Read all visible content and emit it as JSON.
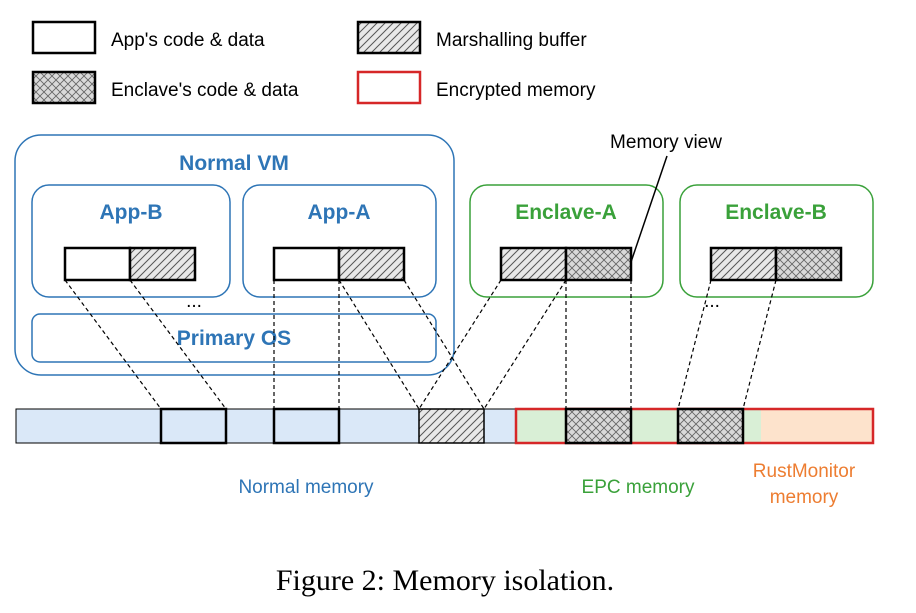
{
  "legend": {
    "app_code": "App's code & data",
    "marshalling": "Marshalling buffer",
    "enclave_code": "Enclave's code & data",
    "encrypted": "Encrypted memory"
  },
  "normal_vm": {
    "title": "Normal VM",
    "app_b": "App-B",
    "app_a": "App-A",
    "ellipsis": "...",
    "primary_os": "Primary OS"
  },
  "enclaves": {
    "enclave_a": "Enclave-A",
    "enclave_b": "Enclave-B",
    "ellipsis": "...",
    "memory_view": "Memory view"
  },
  "memory": {
    "normal": "Normal memory",
    "epc": "EPC memory",
    "rustmonitor_line1": "RustMonitor",
    "rustmonitor_line2": "memory"
  },
  "caption": "Figure 2: Memory isolation.",
  "colors": {
    "blue": "#2e75b6",
    "green": "#3aa13a",
    "orange": "#ed7d31",
    "red": "#d62728",
    "normal_mem_fill": "#dae8f8",
    "epc_mem_fill": "#d9efd6",
    "rust_mem_fill": "#fde3cc"
  }
}
